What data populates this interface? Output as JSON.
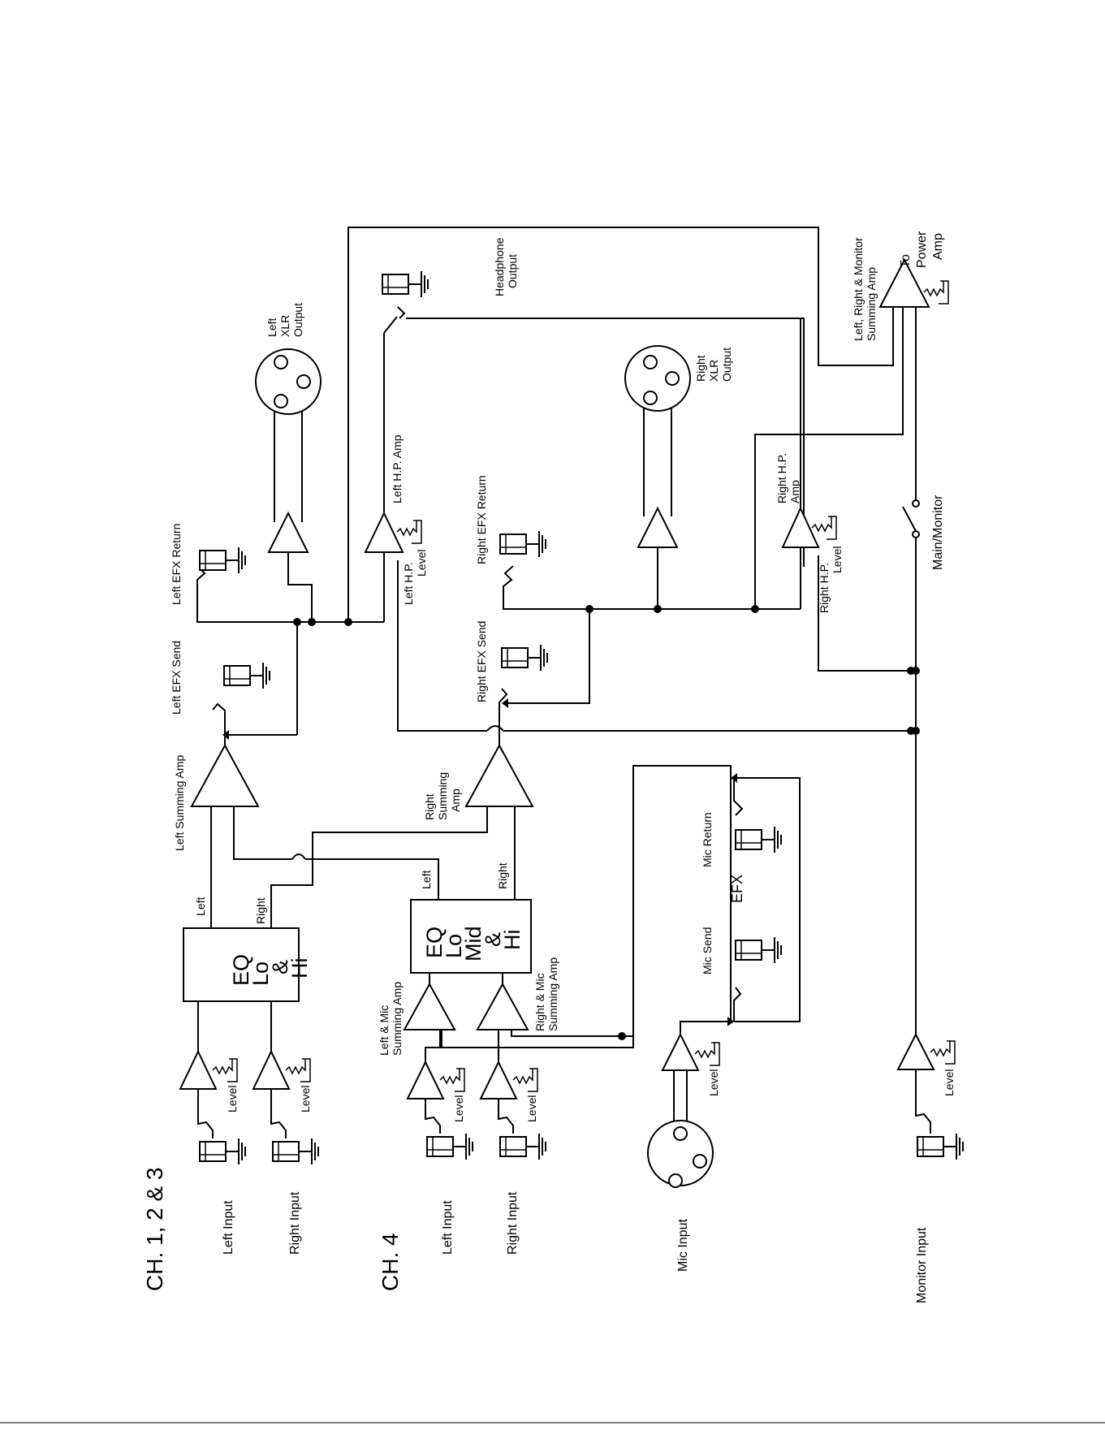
{
  "headings": {
    "ch123": "CH. 1, 2 & 3",
    "ch4": "CH. 4"
  },
  "ch123": {
    "left_input": "Left Input",
    "right_input": "Right Input",
    "level_left": "Level",
    "level_right": "Level",
    "eq": [
      "EQ",
      "Lo",
      "&",
      "Hi"
    ],
    "eq_left": "Left",
    "eq_right": "Right",
    "left_summing_amp": "Left Summing Amp",
    "left_efx_send": "Left EFX Send",
    "left_efx_return": "Left EFX Return",
    "left_xlr_output": [
      "Left",
      "XLR",
      "Output"
    ],
    "left_hp_amp": "Left H.P. Amp",
    "left_hp_level": [
      "Left H.P.",
      "Level"
    ],
    "headphone_output": [
      "Headphone",
      "Output"
    ]
  },
  "ch4": {
    "left_input": "Left Input",
    "right_input": "Right Input",
    "level_left": "Level",
    "level_right": "Level",
    "eq": [
      "EQ",
      "Lo",
      "Mid",
      "&",
      "Hi"
    ],
    "eq_left": "Left",
    "eq_right": "Right",
    "left_mic_summing_amp": [
      "Left & Mic",
      "Summing Amp"
    ],
    "right_mic_summing_amp": [
      "Right & Mic",
      "Summing Amp"
    ],
    "right_summing_amp": [
      "Right",
      "Summing",
      "Amp"
    ],
    "right_efx_send": "Right EFX Send",
    "right_efx_return": "Right EFX Return",
    "right_xlr_output": [
      "Right",
      "XLR",
      "Output"
    ],
    "right_hp_amp": [
      "Right H.P.",
      "Amp"
    ],
    "right_hp_level": [
      "Right H.P.",
      "Level"
    ]
  },
  "mic": {
    "mic_input": "Mic Input",
    "level": "Level",
    "mic_send": "Mic Send",
    "mic_return": "Mic Return",
    "efx": "EFX"
  },
  "monitor": {
    "monitor_input": "Monitor Input",
    "level": "Level",
    "main_monitor": "Main/Monitor",
    "summing_amp": [
      "Left, Right & Monitor",
      "Summing Amp"
    ],
    "to_power_amp": [
      "To",
      "Power",
      "Amp"
    ]
  }
}
